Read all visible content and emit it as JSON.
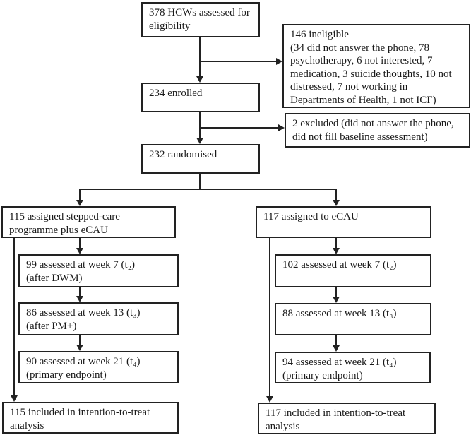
{
  "diagram": {
    "type": "consort-flowchart",
    "colors": {
      "border": "#222222",
      "text": "#1a1a1a",
      "background": "#ffffff"
    },
    "boxes": {
      "assessed": "378 HCWs assessed for\neligibility",
      "ineligible": "146 ineligible\n(34 did not answer the phone, 78\npsychotherapy, 6 not interested, 7\nmedication, 3 suicide thoughts, 10 not\ndistressed, 7 not working in\nDepartments of Health, 1 not ICF)",
      "enrolled": "234 enrolled",
      "excluded": "2 excluded (did not answer the phone,\ndid not fill baseline assessment)",
      "randomised": "232 randomised",
      "left_assigned": "115 assigned stepped-care\nprogramme plus eCAU",
      "right_assigned": "117 assigned to eCAU",
      "left_week7": "99 assessed at week 7 (t₂)\n(after DWM)",
      "right_week7": "102 assessed at week 7 (t₂)",
      "left_week13": "86 assessed at week 13 (t₃)\n(after PM+)",
      "right_week13": "88 assessed at week 13 (t₃)",
      "left_week21": "90 assessed at week 21 (t₄)\n(primary endpoint)",
      "right_week21": "94 assessed at week 21 (t₄)\n(primary endpoint)",
      "left_itt": "115 included in intention-to-treat\nanalysis",
      "right_itt": "117 included in intention-to-treat\nanalysis"
    }
  }
}
